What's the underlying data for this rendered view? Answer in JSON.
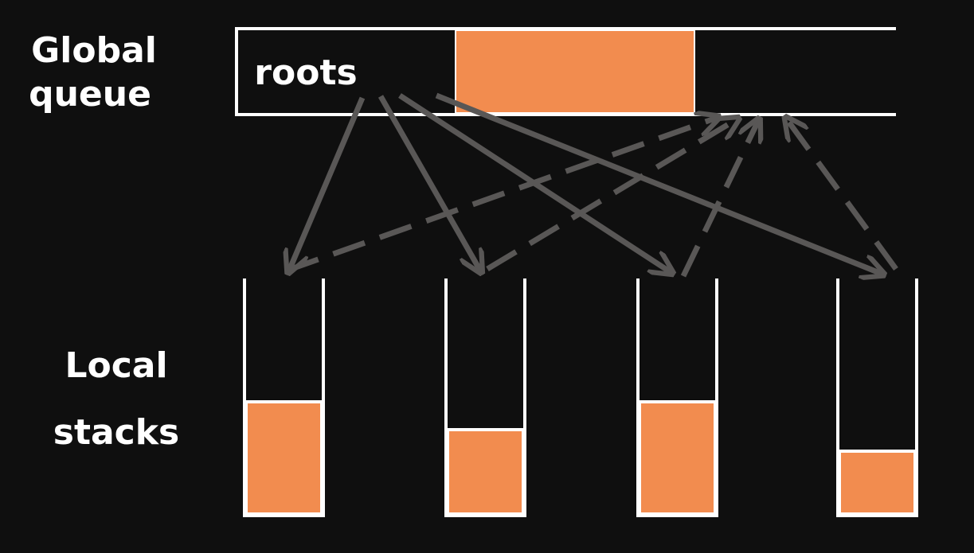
{
  "labels": {
    "global_line1": "Global",
    "global_line2": "queue",
    "roots": "roots",
    "local_line1": "Local",
    "local_line2": "stacks"
  },
  "colors": {
    "background": "#0f0f0f",
    "frame": "#ffffff",
    "fill": "#f28c4f",
    "arrow": "#595756"
  },
  "stacks": [
    {
      "fill_fraction": 0.48
    },
    {
      "fill_fraction": 0.36
    },
    {
      "fill_fraction": 0.48
    },
    {
      "fill_fraction": 0.27
    }
  ]
}
